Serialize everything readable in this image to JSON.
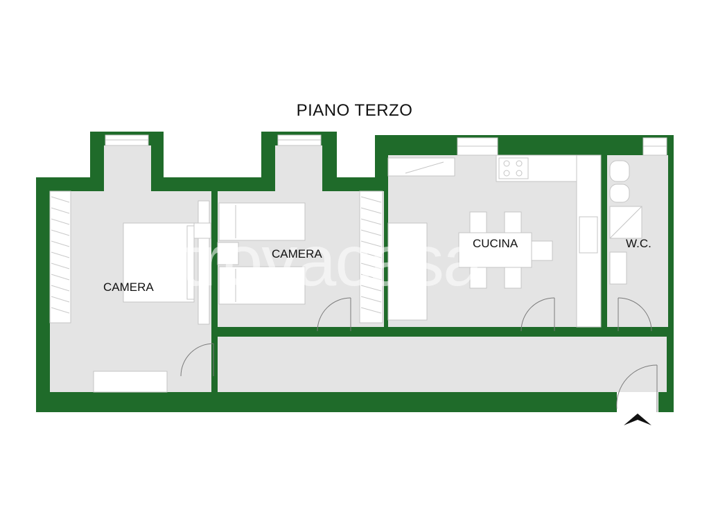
{
  "title": "PIANO TERZO",
  "rooms": [
    {
      "id": "camera-1",
      "label": "CAMERA"
    },
    {
      "id": "camera-2",
      "label": "CAMERA"
    },
    {
      "id": "cucina",
      "label": "CUCINA"
    },
    {
      "id": "wc",
      "label": "W.C."
    }
  ],
  "watermark": "trovacasa",
  "colors": {
    "wall": "#1f6b2a",
    "floor": "#e4e4e4",
    "background": "#ffffff",
    "furniture": "#ffffff",
    "furniture_stroke": "#c4c4c4",
    "entrance_marker": "#111111"
  },
  "icons": [
    "entrance-arrow-icon"
  ]
}
